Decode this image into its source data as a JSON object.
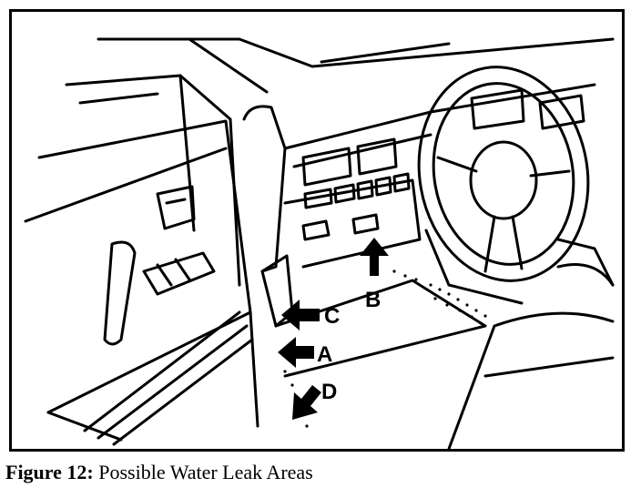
{
  "figure": {
    "labels": {
      "a": "A",
      "b": "B",
      "c": "C",
      "d": "D"
    },
    "caption_label": "Figure 12:",
    "caption_text": "Possible Water Leak Areas"
  }
}
